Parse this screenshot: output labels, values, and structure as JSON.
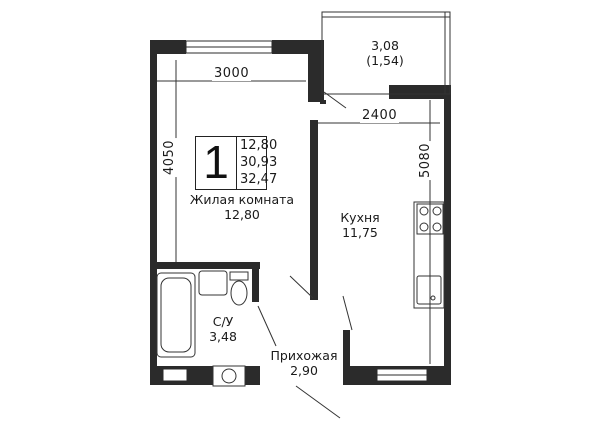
{
  "plan": {
    "rooms_count": "1",
    "areas": {
      "living": "12,80",
      "total_living": "30,93",
      "total": "32,47"
    },
    "dimensions": {
      "room_width": "3000",
      "room_length": "4050",
      "kitchen_width": "2400",
      "kitchen_length": "5080"
    },
    "rooms": {
      "living_room": {
        "name": "Жилая комната",
        "area": "12,80"
      },
      "kitchen": {
        "name": "Кухня",
        "area": "11,75"
      },
      "bathroom": {
        "name": "С/У",
        "area": "3,48"
      },
      "hallway": {
        "name": "Прихожая",
        "area": "2,90"
      },
      "balcony": {
        "area": "3,08",
        "reduced_area": "(1,54)"
      }
    },
    "colors": {
      "wall": "#2b2b2b",
      "line": "#333333",
      "background": "#ffffff"
    }
  }
}
